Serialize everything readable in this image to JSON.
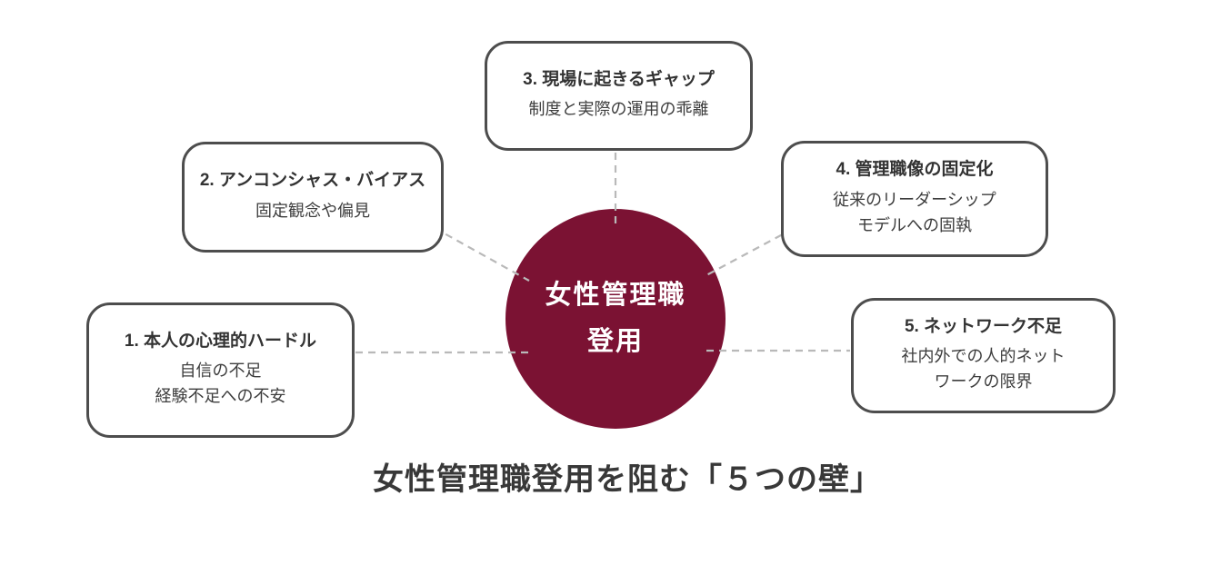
{
  "center": {
    "line1": "女性管理職",
    "line2": "登用"
  },
  "boxes": [
    {
      "title": "1. 本人の心理的ハードル",
      "lines": [
        "自信の不足",
        "経験不足への不安"
      ]
    },
    {
      "title": "2. アンコンシャス・バイアス",
      "lines": [
        "固定観念や偏見"
      ]
    },
    {
      "title": "3. 現場に起きるギャップ",
      "lines": [
        "制度と実際の運用の乖離"
      ]
    },
    {
      "title": "4. 管理職像の固定化",
      "lines": [
        "従来のリーダーシップ",
        "モデルへの固執"
      ]
    },
    {
      "title": "5. ネットワーク不足",
      "lines": [
        "社内外での人的ネット",
        "ワークの限界"
      ]
    }
  ],
  "caption": "女性管理職登用を阻む「５つの壁」",
  "colors": {
    "circle_fill": "#7b1233",
    "circle_text": "#ffffff",
    "box_border": "#4d4d4d",
    "dashed_line": "#b9b9b9",
    "title_text": "#333333",
    "subtitle_text": "#3d3d3d",
    "caption_text": "#383838"
  }
}
